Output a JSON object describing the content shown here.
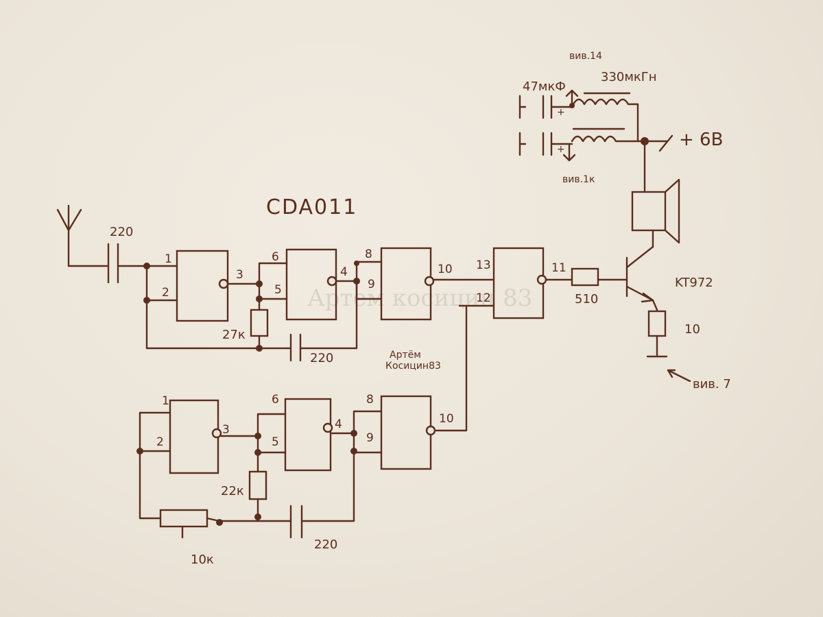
{
  "ic_name": "CDA011",
  "transistor": "KT972",
  "supply": "+ 6В",
  "watermark": "Артем косицин 83",
  "author_note": {
    "line1": "Артём",
    "line2": "Косицин83"
  },
  "caps": {
    "c_in": "220",
    "c_fb_top": "220",
    "c_fb_bot": "220",
    "c_filter": "47мкФ"
  },
  "resistors": {
    "r_top": "27к",
    "r_bot": "22к",
    "pot": "10к",
    "r_base": "510",
    "r_emit": "10"
  },
  "inductor": "330мкГн",
  "pin_notes": {
    "p14": "вив.14",
    "p1": "вив.1к",
    "p7": "вив. 7"
  },
  "pins": {
    "g1_in1": "1",
    "g1_in2": "2",
    "g1_out": "3",
    "g2_in1": "6",
    "g2_in2": "5",
    "g2_out": "4",
    "g3_in1": "8",
    "g3_in2": "9",
    "g3_out": "10",
    "g4_in1": "13",
    "g4_in2": "12",
    "g4_out": "11",
    "b1_in1": "1",
    "b1_in2": "2",
    "b1_out": "3",
    "b2_in1": "6",
    "b2_in2": "5",
    "b2_out": "4",
    "b3_in1": "8",
    "b3_in2": "9",
    "b3_out": "10"
  }
}
